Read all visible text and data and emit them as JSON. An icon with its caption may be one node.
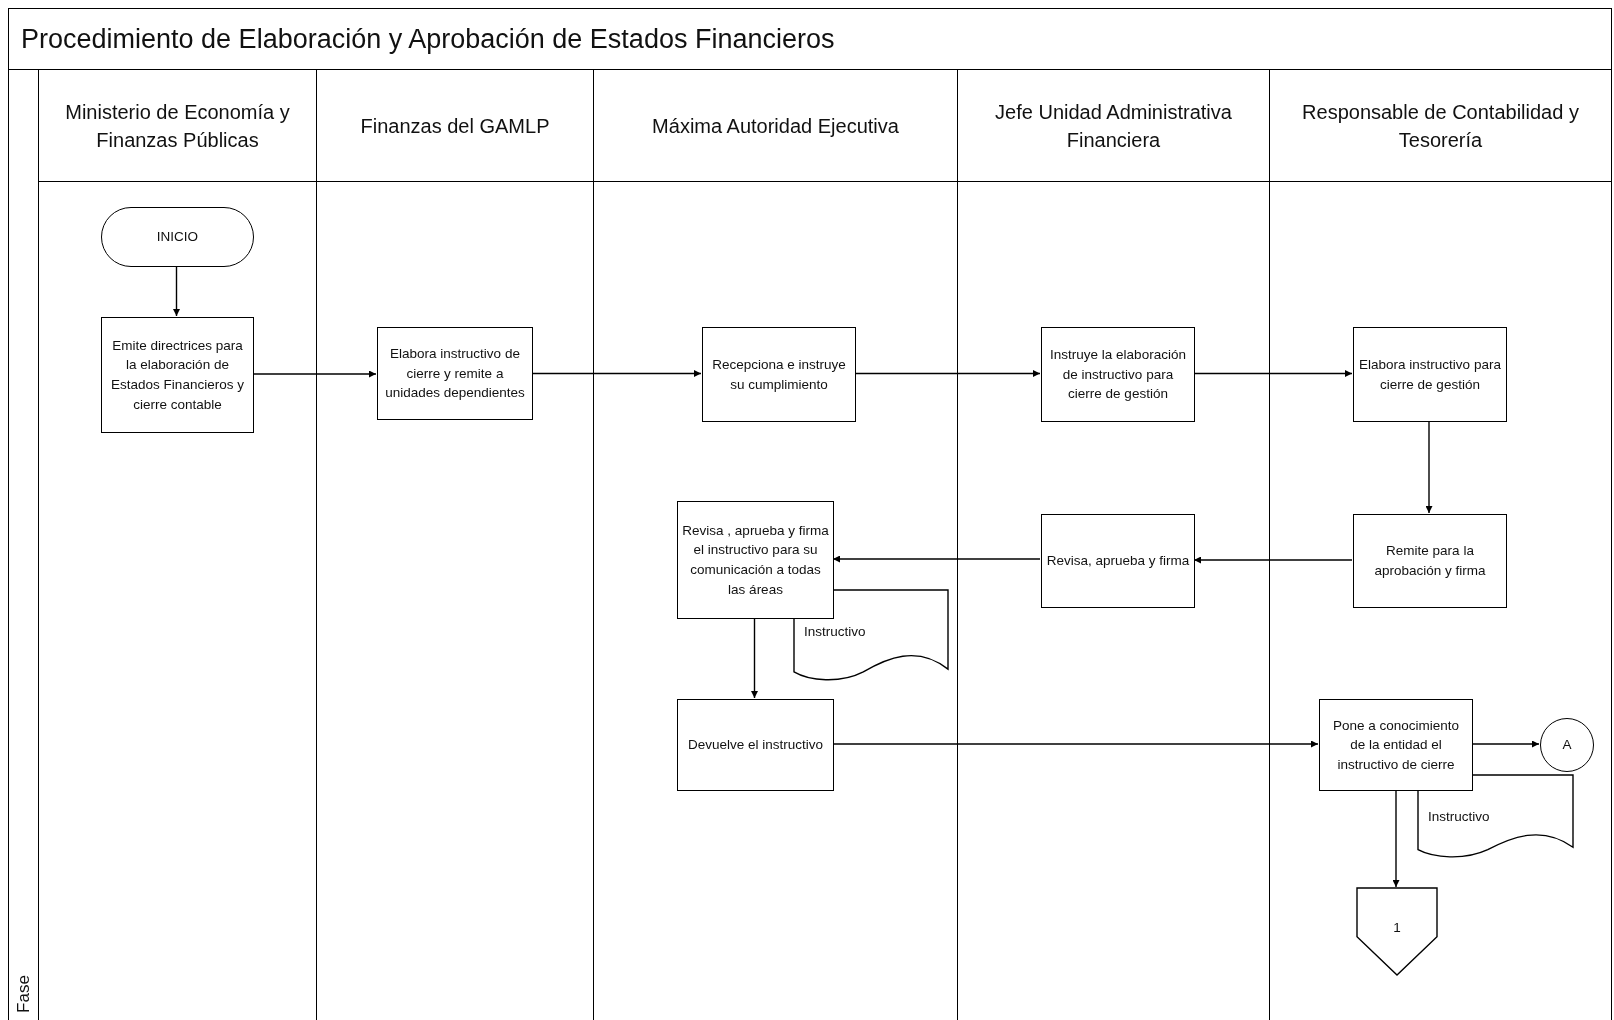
{
  "diagram": {
    "title": "Procedimiento de Elaboración y Aprobación de Estados Financieros",
    "nodes": [
      {
        "text": [
          "Ministerio de Economía y Finanzas Públicas"
        ]
      },
      {
        "text": [
          "Finanzas del GAMLP"
        ]
      },
      {
        "text": [
          "Máxima Autoridad Ejecutiva"
        ]
      },
      {
        "text": [
          "Jefe Unidad Administrativa Financiera"
        ]
      },
      {
        "text": [
          "Responsable de Contabilidad y Tesorería"
        ]
      },
      {
        "text": [
          "INICIO"
        ],
        "in": 0
      },
      {
        "text": [
          "Emite directrices para la elaboración de Estados Financieros y cierre contable"
        ],
        "in": 0
      },
      {
        "text": [
          "Elabora instructivo de cierre y remite a unidades dependientes"
        ],
        "in": 1
      },
      {
        "text": [
          "Recepciona e instruye su cumplimiento"
        ],
        "in": 2
      },
      {
        "text": [
          "Instruye la elaboración de instructivo para cierre de gestión"
        ],
        "in": 3
      },
      {
        "text": [
          "Elabora instructivo para cierre de gestión"
        ],
        "in": 4
      },
      {
        "text": [
          "Revisa , aprueba y firma el instructivo para su comunicación a todas las áreas"
        ],
        "in": 2
      },
      {
        "text": [
          "Instructivo"
        ],
        "in": 2
      },
      {
        "text": [
          "Revisa, aprueba y firma"
        ],
        "in": 3
      },
      {
        "text": [
          "Remite para la aprobación y firma"
        ],
        "in": 4
      },
      {
        "text": [
          "Devuelve el instructivo"
        ],
        "in": 2
      },
      {
        "text": [
          "Pone a conocimiento de la entidad el instructivo de cierre"
        ],
        "in": 4
      },
      {
        "text": [
          "A"
        ],
        "in": 4
      },
      {
        "text": [
          "Instructivo"
        ],
        "in": 4
      },
      {
        "text": [
          "1"
        ],
        "in": 4
      }
    ],
    "edges": [
      {
        "from": 5,
        "to": 6,
        "arrow": "to"
      },
      {
        "from": 6,
        "to": 7,
        "arrow": "to"
      },
      {
        "from": 7,
        "to": 8,
        "arrow": "to"
      },
      {
        "from": 8,
        "to": 9,
        "arrow": "to"
      },
      {
        "from": 9,
        "to": 10,
        "arrow": "to"
      },
      {
        "from": 10,
        "to": 14,
        "arrow": "to"
      },
      {
        "from": 14,
        "to": 13,
        "arrow": "to"
      },
      {
        "from": 13,
        "to": 11,
        "arrow": "to"
      },
      {
        "from": 11,
        "to": 15,
        "arrow": "to"
      },
      {
        "from": 15,
        "to": 16,
        "arrow": "to"
      },
      {
        "from": 16,
        "to": 17,
        "arrow": "to"
      },
      {
        "from": 16,
        "to": 19,
        "arrow": "to"
      }
    ],
    "labels": [
      "Fase"
    ]
  }
}
